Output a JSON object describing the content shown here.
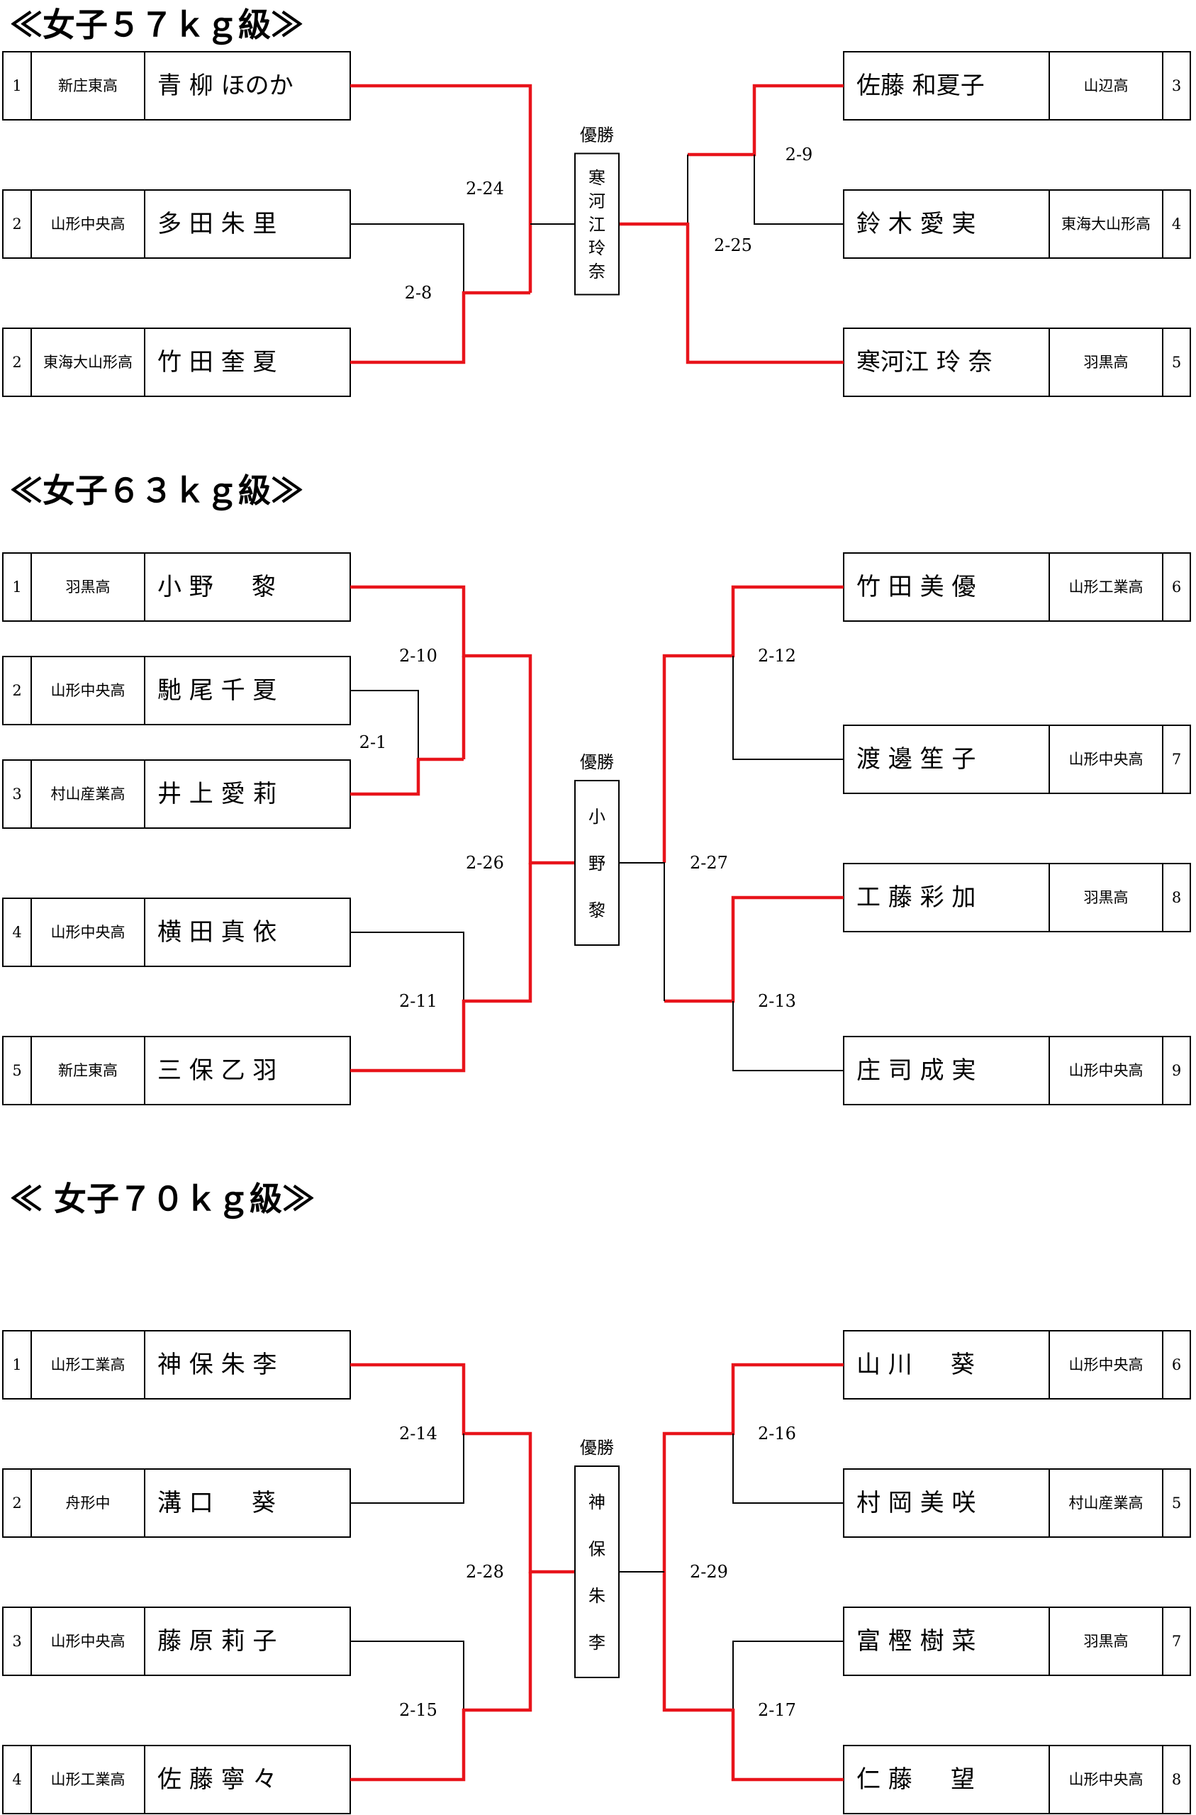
{
  "colors": {
    "winner_line": "#e8141b",
    "line": "#000000",
    "background": "#ffffff"
  },
  "champion_label": "優勝",
  "sections": [
    {
      "title": "≪女子５７ｋｇ級≫",
      "champion": "寒河江玲奈",
      "left": [
        {
          "seed": "1",
          "school": "新庄東高",
          "name": "青 柳 ほのか"
        },
        {
          "seed": "2",
          "school": "山形中央高",
          "name": "多 田 朱 里"
        },
        {
          "seed": "2",
          "school": "東海大山形高",
          "name": "竹 田 奎 夏"
        }
      ],
      "right": [
        {
          "seed": "3",
          "school": "山辺高",
          "name": "佐藤 和夏子"
        },
        {
          "seed": "4",
          "school": "東海大山形高",
          "name": "鈴 木 愛 実"
        },
        {
          "seed": "5",
          "school": "羽黒高",
          "name": "寒河江 玲 奈"
        }
      ],
      "matches": [
        "2-24",
        "2-8",
        "2-9",
        "2-25"
      ]
    },
    {
      "title": "≪女子６３ｋｇ級≫",
      "champion": "小野黎",
      "left": [
        {
          "seed": "1",
          "school": "羽黒高",
          "name": "小 野     黎"
        },
        {
          "seed": "2",
          "school": "山形中央高",
          "name": "馳 尾 千 夏"
        },
        {
          "seed": "3",
          "school": "村山産業高",
          "name": "井 上 愛 莉"
        },
        {
          "seed": "4",
          "school": "山形中央高",
          "name": "横 田 真 依"
        },
        {
          "seed": "5",
          "school": "新庄東高",
          "name": "三 保 乙 羽"
        }
      ],
      "right": [
        {
          "seed": "6",
          "school": "山形工業高",
          "name": "竹 田 美 優"
        },
        {
          "seed": "7",
          "school": "山形中央高",
          "name": "渡 邊 笙 子"
        },
        {
          "seed": "8",
          "school": "羽黒高",
          "name": "工 藤 彩 加"
        },
        {
          "seed": "9",
          "school": "山形中央高",
          "name": "庄 司 成 実"
        }
      ],
      "matches": [
        "2-10",
        "2-1",
        "2-26",
        "2-11",
        "2-12",
        "2-27",
        "2-13"
      ]
    },
    {
      "title": "≪ 女子７０ｋｇ級≫",
      "champion": "神保朱李",
      "left": [
        {
          "seed": "1",
          "school": "山形工業高",
          "name": "神 保 朱 李"
        },
        {
          "seed": "2",
          "school": "舟形中",
          "name": "溝 口     葵"
        },
        {
          "seed": "3",
          "school": "山形中央高",
          "name": "藤 原 莉 子"
        },
        {
          "seed": "4",
          "school": "山形工業高",
          "name": "佐 藤 寧 々"
        }
      ],
      "right": [
        {
          "seed": "6",
          "school": "山形中央高",
          "name": "山 川     葵"
        },
        {
          "seed": "5",
          "school": "村山産業高",
          "name": "村 岡 美 咲"
        },
        {
          "seed": "7",
          "school": "羽黒高",
          "name": "富 樫 樹 菜"
        },
        {
          "seed": "8",
          "school": "山形中央高",
          "name": "仁 藤     望"
        }
      ],
      "matches": [
        "2-14",
        "2-28",
        "2-15",
        "2-16",
        "2-29",
        "2-17"
      ]
    }
  ]
}
